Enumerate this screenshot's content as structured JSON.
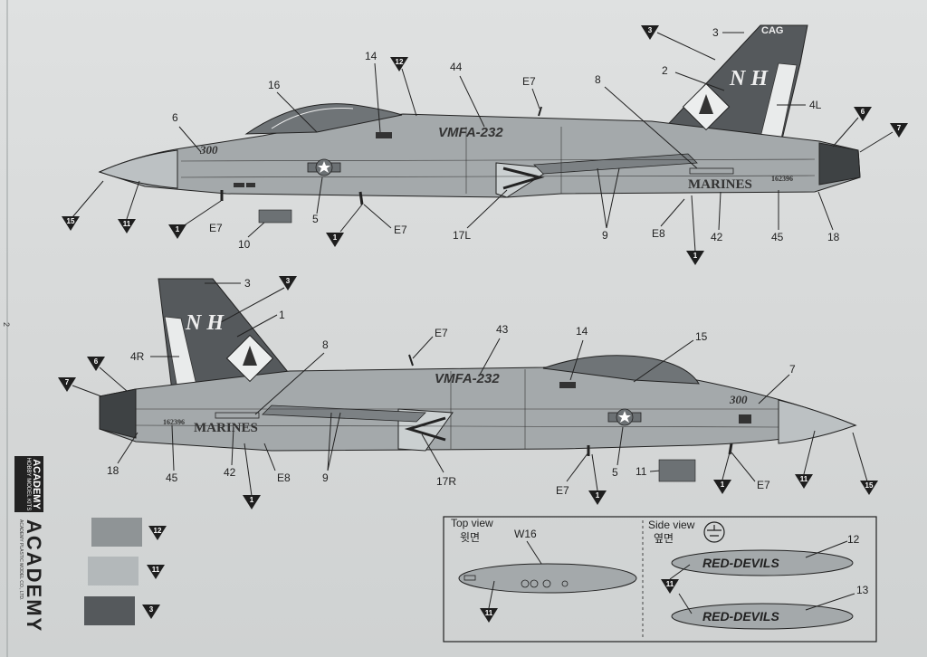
{
  "page_number": "2",
  "top_aircraft": {
    "tail_letters": "N H",
    "tail_tag": "CAG",
    "squadron": "VMFA-232",
    "modex": "300",
    "service": "MARINES",
    "serial": "162396",
    "callouts": [
      "3",
      "2",
      "4L",
      "14",
      "16",
      "6",
      "44",
      "E7",
      "8",
      "5",
      "10",
      "17L",
      "9",
      "E8",
      "42",
      "45",
      "18"
    ],
    "markers": [
      "3",
      "12",
      "6",
      "7",
      "15",
      "11",
      "1",
      "1",
      "1"
    ]
  },
  "bottom_aircraft": {
    "tail_letters": "N H",
    "squadron": "VMFA-232",
    "modex": "300",
    "service": "MARINES",
    "serial": "162396",
    "callouts": [
      "3",
      "1",
      "4R",
      "8",
      "E7",
      "43",
      "14",
      "15",
      "7",
      "18",
      "45",
      "42",
      "E8",
      "9",
      "17R",
      "E7",
      "5",
      "11",
      "E7"
    ],
    "markers": [
      "3",
      "6",
      "7",
      "1",
      "1",
      "1",
      "11",
      "15"
    ]
  },
  "tank_box": {
    "top_view_en": "Top view",
    "top_view_ko": "윗면",
    "side_view_en": "Side view",
    "side_view_ko": "옆면",
    "w16": "W16",
    "tank_text": "RED-DEVILS",
    "callout_12": "12",
    "callout_13": "13",
    "marker_11": "11"
  },
  "color_swatches": [
    {
      "code": "12",
      "color": "#8f9496"
    },
    {
      "code": "11",
      "color": "#b3b8ba"
    },
    {
      "code": "3",
      "color": "#55595c"
    }
  ],
  "brand": {
    "logo": "ACADEMY",
    "company": "ACADEMY PLASTIC MODEL CO., LTD.",
    "tab": "ACADEMY",
    "tab_sub": "HOBBY MODEL KITS"
  }
}
